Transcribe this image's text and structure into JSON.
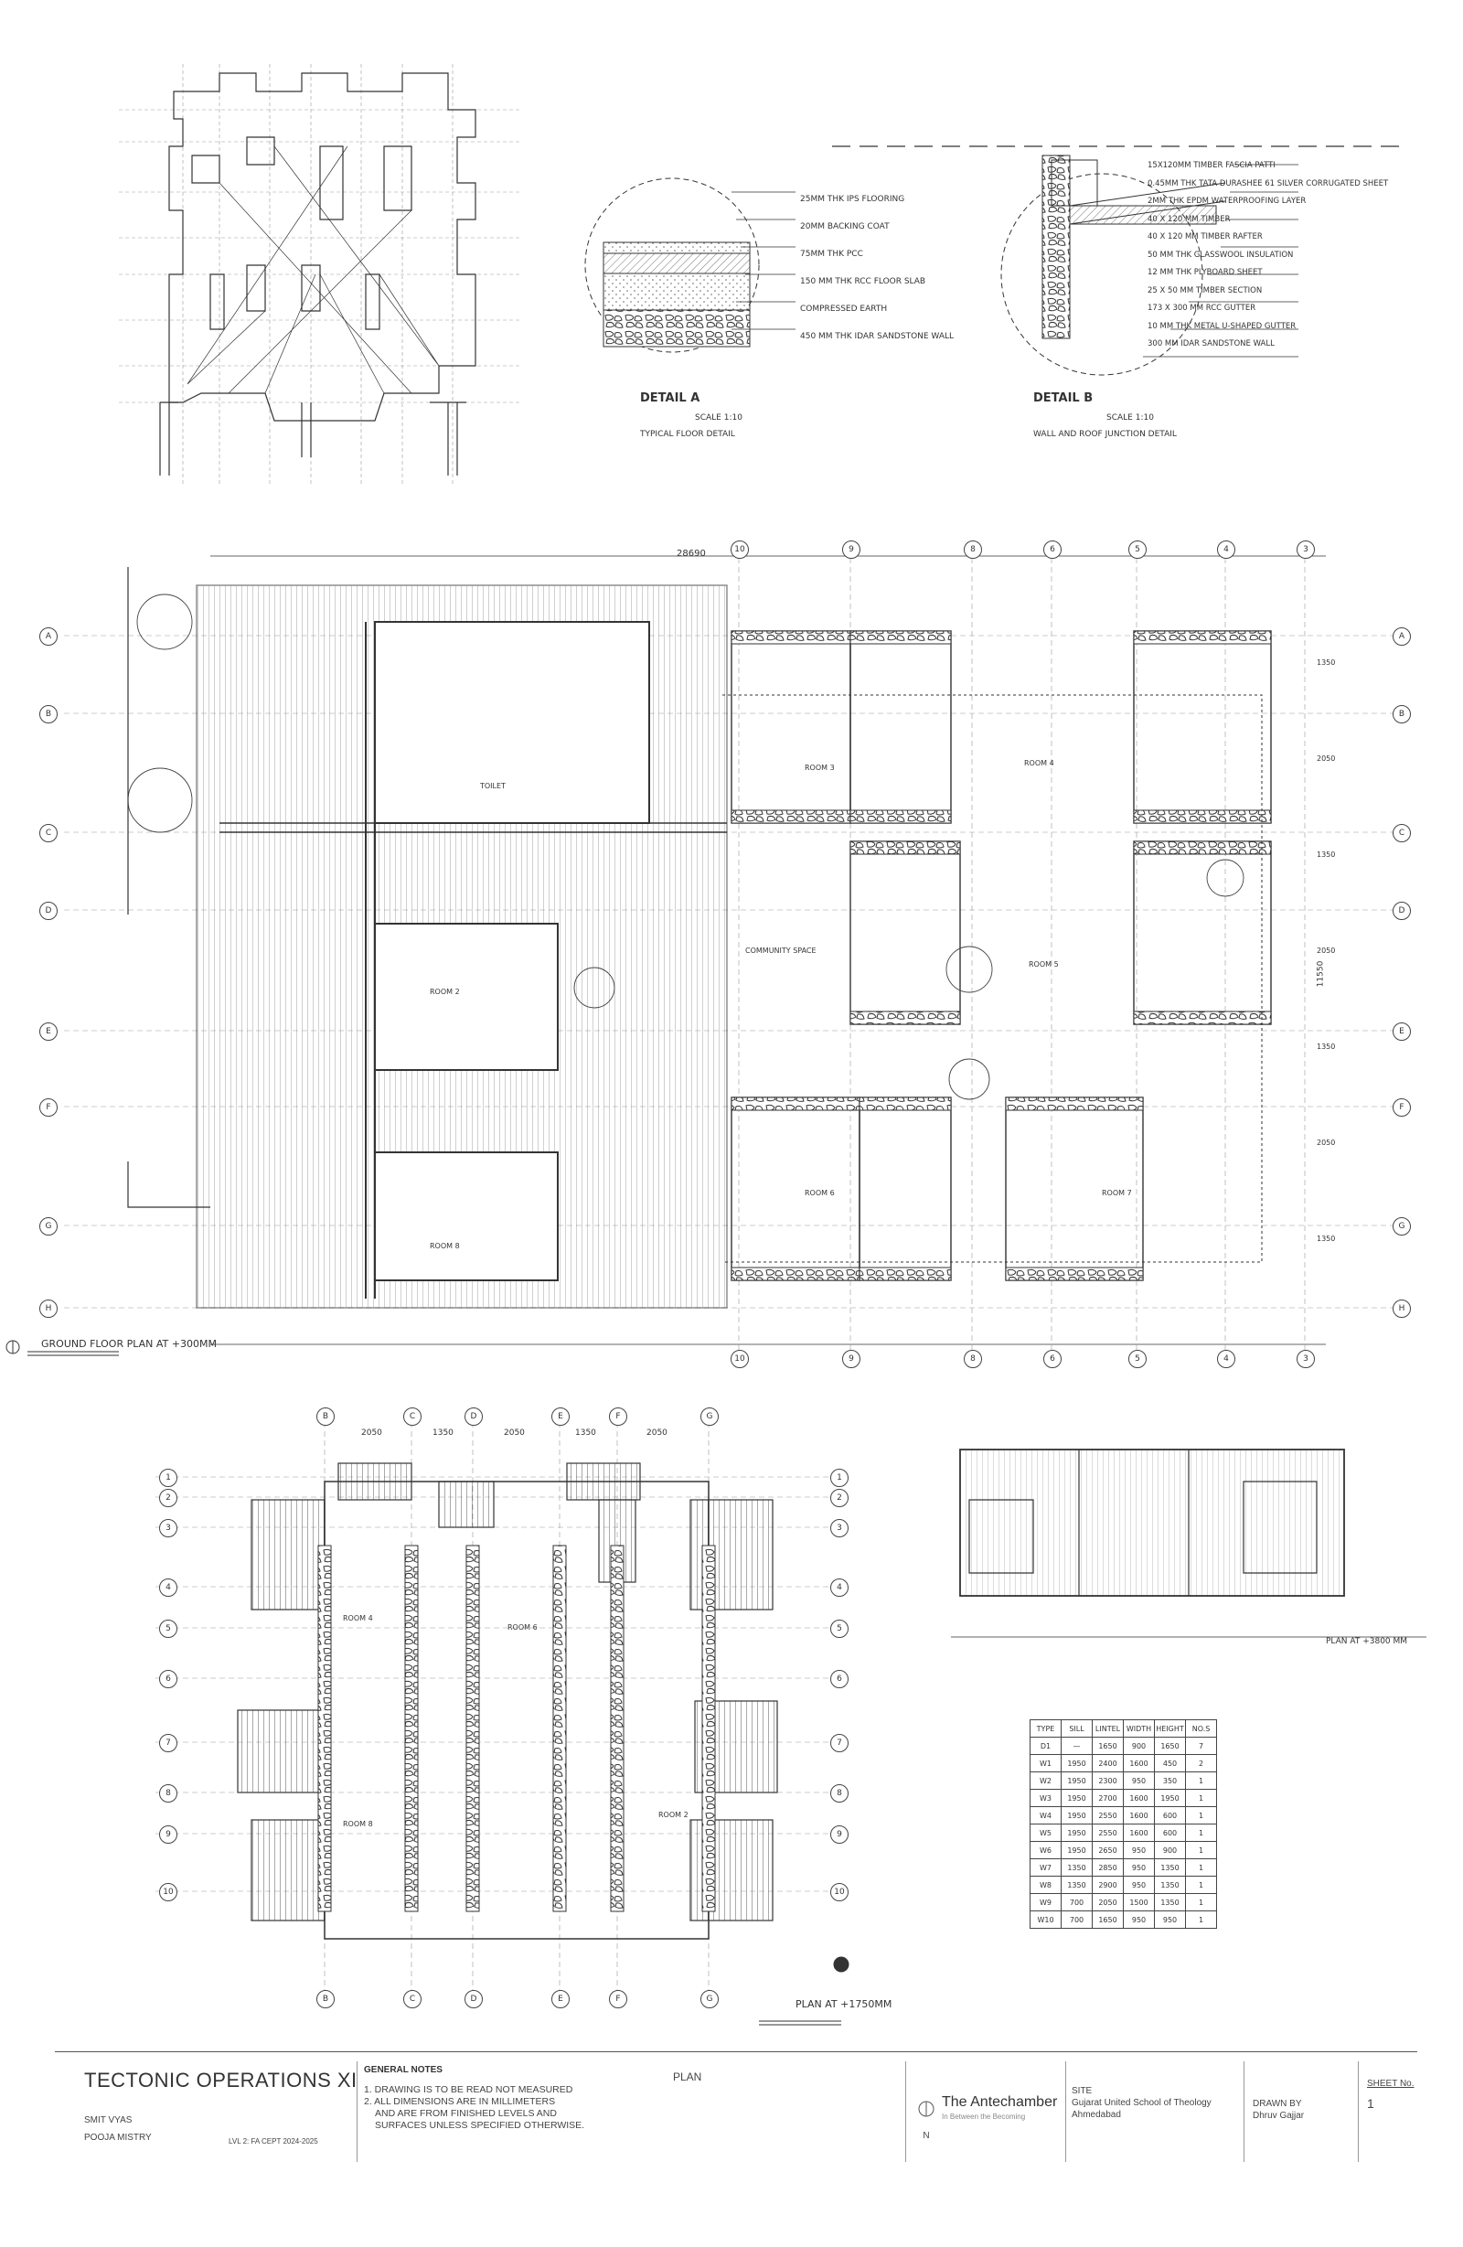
{
  "detail_a": {
    "title": "DETAIL A",
    "scale": "SCALE 1:10",
    "subtitle": "TYPICAL FLOOR DETAIL",
    "notes": [
      "25MM THK IPS FLOORING",
      "20MM BACKING COAT",
      "75MM THK PCC",
      "150 MM THK RCC FLOOR SLAB",
      "COMPRESSED EARTH",
      "450 MM THK IDAR SANDSTONE WALL"
    ]
  },
  "detail_b": {
    "title": "DETAIL B",
    "scale": "SCALE 1:10",
    "subtitle": "WALL AND ROOF JUNCTION DETAIL",
    "notes": [
      "15X120MM TIMBER FASCIA PATTI",
      "0.45MM THK TATA DURASHEE 61 SILVER CORRUGATED SHEET",
      "2MM THK EPDM WATERPROOFING LAYER",
      "40 X 120 MM TIMBER",
      "40 X 120 MM TIMBER RAFTER",
      "50 MM THK GLASSWOOL INSULATION",
      "12 MM THK PLYBOARD SHEET",
      "25 X 50 MM TIMBER SECTION",
      "173 X 300 MM RCC GUTTER",
      "10 MM THK METAL U-SHAPED GUTTER",
      "300 MM IDAR SANDSTONE WALL"
    ]
  },
  "ground_plan": {
    "title": "GROUND FLOOR PLAN AT +300MM",
    "grid_rows": [
      "A",
      "B",
      "C",
      "D",
      "E",
      "F",
      "G",
      "H"
    ],
    "grid_cols_bottom": [
      "10",
      "9",
      "8",
      "6",
      "5",
      "4",
      "3"
    ],
    "overall_dim": "28690",
    "right_dims": [
      "1350",
      "2050",
      "1350",
      "2050",
      "1350",
      "2050",
      "1350"
    ],
    "right_total": "11550",
    "rooms": [
      "TOILET",
      "ROOM 2",
      "COMMUNITY SPACE",
      "ROOM 3",
      "ROOM 4",
      "ROOM 5",
      "ROOM 6",
      "ROOM 7",
      "ROOM 8"
    ]
  },
  "upper_plan": {
    "title": "PLAN AT +1750MM",
    "grid_cols": [
      "B",
      "C",
      "D",
      "E",
      "F",
      "G"
    ],
    "grid_rows": [
      "1",
      "2",
      "3",
      "4",
      "5",
      "6",
      "7",
      "8",
      "9",
      "10"
    ],
    "top_dims": [
      "2050",
      "1350",
      "2050",
      "1350",
      "2050"
    ],
    "rooms": [
      "ROOM 4",
      "ROOM 6",
      "ROOM 8",
      "ROOM 2"
    ]
  },
  "small_plan": {
    "title": "PLAN AT +3800 MM"
  },
  "schedule": {
    "headers": [
      "TYPE",
      "SILL",
      "LINTEL",
      "WIDTH",
      "HEIGHT",
      "NO.S"
    ],
    "rows": [
      [
        "D1",
        "—",
        "1650",
        "900",
        "1650",
        "7"
      ],
      [
        "W1",
        "1950",
        "2400",
        "1600",
        "450",
        "2"
      ],
      [
        "W2",
        "1950",
        "2300",
        "950",
        "350",
        "1"
      ],
      [
        "W3",
        "1950",
        "2700",
        "1600",
        "1950",
        "1"
      ],
      [
        "W4",
        "1950",
        "2550",
        "1600",
        "600",
        "1"
      ],
      [
        "W5",
        "1950",
        "2550",
        "1600",
        "600",
        "1"
      ],
      [
        "W6",
        "1950",
        "2650",
        "950",
        "900",
        "1"
      ],
      [
        "W7",
        "1350",
        "2850",
        "950",
        "1350",
        "1"
      ],
      [
        "W8",
        "1350",
        "2900",
        "950",
        "1350",
        "1"
      ],
      [
        "W9",
        "700",
        "2050",
        "1500",
        "1350",
        "1"
      ],
      [
        "W10",
        "700",
        "1650",
        "950",
        "950",
        "1"
      ]
    ]
  },
  "title_block": {
    "project": "TECTONIC OPERATIONS XI",
    "students": [
      "SMIT VYAS",
      "POOJA MISTRY"
    ],
    "course": "LVL 2: FA CEPT 2024-2025",
    "notes_heading": "GENERAL NOTES",
    "notes": [
      "1.  DRAWING IS TO BE READ NOT MEASURED",
      "2.  ALL DIMENSIONS ARE IN MILLIMETERS",
      "AND ARE FROM FINISHED LEVELS AND",
      "SURFACES UNLESS SPECIFIED OTHERWISE."
    ],
    "sheet_title": "PLAN",
    "firm": "The Antechamber",
    "tagline": "In Between the Becoming",
    "north": "N",
    "site_label": "SITE",
    "site_name": "Gujarat United School of Theology",
    "site_city": "Ahmedabad",
    "drawn_label": "DRAWN BY",
    "drawn_name": "Dhruv Gajjar",
    "sheet_label": "SHEET No.",
    "sheet_no": "1"
  }
}
